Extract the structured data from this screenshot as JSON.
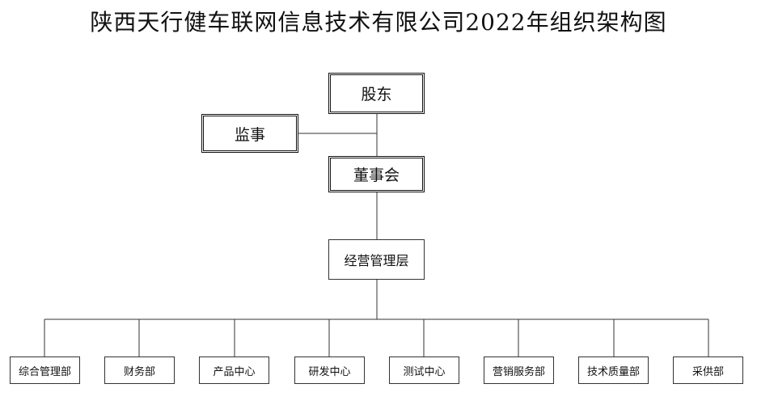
{
  "title": "陕西天行健车联网信息技术有限公司2022年组织架构图",
  "nodes": {
    "shareholders": "股东",
    "supervisor": "监事",
    "board": "董事会",
    "management": "经营管理层"
  },
  "departments": [
    "综合管理部",
    "财务部",
    "产品中心",
    "研发中心",
    "测试中心",
    "营销服务部",
    "技术质量部",
    "采供部"
  ]
}
